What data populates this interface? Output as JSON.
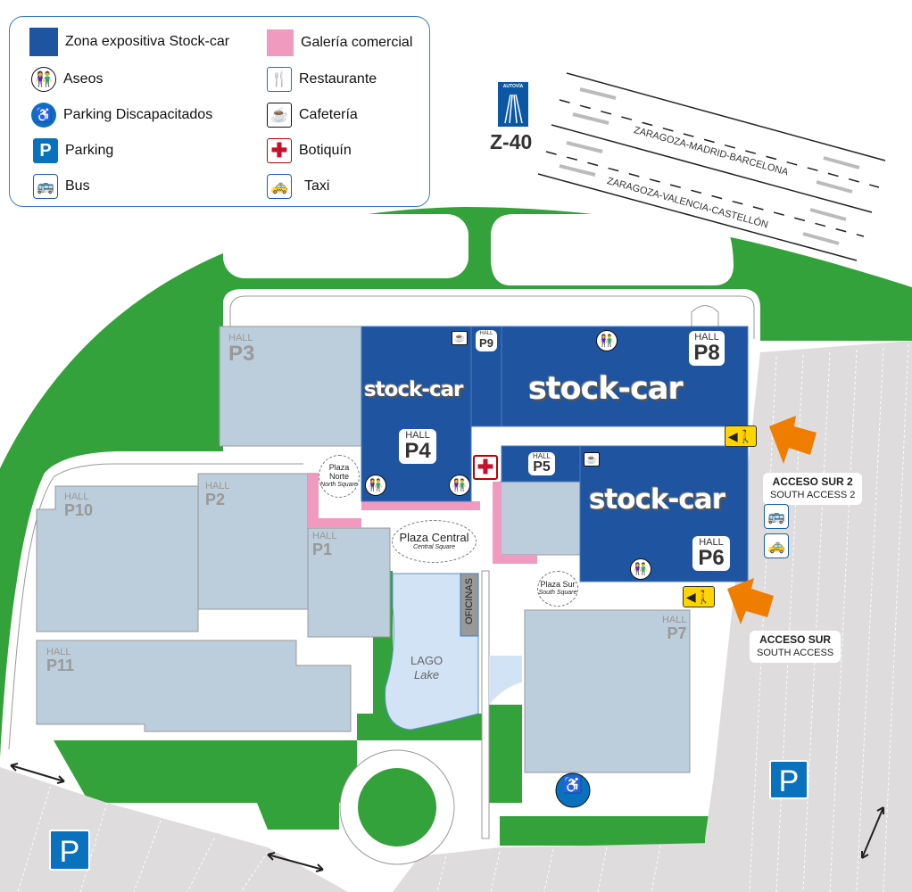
{
  "legend": {
    "items": [
      {
        "icon": "exhibit-zone-swatch",
        "label": "Zona expositiva Stock-car"
      },
      {
        "icon": "toilets-icon",
        "label": "Aseos"
      },
      {
        "icon": "disabled-parking-icon",
        "label": "Parking Discapacitados"
      },
      {
        "icon": "parking-icon",
        "label": "Parking"
      },
      {
        "icon": "bus-icon",
        "label": "Bus"
      },
      {
        "icon": "shopping-gallery-swatch",
        "label": "Galería comercial"
      },
      {
        "icon": "restaurant-icon",
        "label": "Restaurante"
      },
      {
        "icon": "cafe-icon",
        "label": "Cafetería"
      },
      {
        "icon": "first-aid-icon",
        "label": "Botiquín"
      },
      {
        "icon": "taxi-icon",
        "label": "Taxi"
      }
    ]
  },
  "highway": {
    "sign_top": "AUTOVÍA",
    "code": "Z-40",
    "north": "ZARAGOZA-MADRID-BARCELONA",
    "south": "ZARAGOZA-VALENCIA-CASTELLÓN"
  },
  "halls": {
    "hall_word": "HALL",
    "p1": "P1",
    "p2": "P2",
    "p3": "P3",
    "p4": "P4",
    "p5": "P5",
    "p6": "P6",
    "p7": "P7",
    "p8": "P8",
    "p9": "P9",
    "p10": "P10",
    "p11": "P11"
  },
  "stock_car": "stock-car",
  "plazas": {
    "norte": {
      "name": "Plaza Norte",
      "en": "North Square"
    },
    "central": {
      "name": "Plaza Central",
      "en": "Central Square"
    },
    "sur": {
      "name": "Plaza Sur",
      "en": "South Square"
    }
  },
  "lake": {
    "name": "LAGO",
    "en": "Lake"
  },
  "offices": "OFICINAS",
  "access": {
    "sur2": {
      "es": "ACCESO SUR 2",
      "en": "SOUTH ACCESS 2"
    },
    "sur": {
      "es": "ACCESO SUR",
      "en": "SOUTH ACCESS"
    }
  },
  "parking_letter": "P",
  "colors": {
    "exhibit": "#1f55a0",
    "hall": "#bccddb",
    "green": "#33a23b",
    "gallery": "#f09ac0",
    "parking": "#dedcdc",
    "lake": "#d2e3f5",
    "access": "#ef7d00"
  }
}
